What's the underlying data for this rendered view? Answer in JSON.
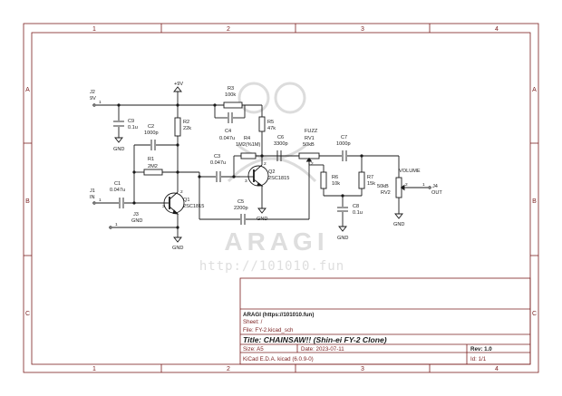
{
  "frame": {
    "col_labels": [
      "1",
      "2",
      "3",
      "4"
    ],
    "row_labels": [
      "A",
      "B",
      "C"
    ]
  },
  "watermark": {
    "name": "ARAGI",
    "url": "http://101010.fun"
  },
  "title_block": {
    "company": "ARAGI (https://101010.fun)",
    "sheet": "Sheet: /",
    "file": "File: FY-2.kicad_sch",
    "title": "Title: CHAINSAW!! (Shin-ei FY-2 Clone)",
    "size": "Size: A5",
    "date": "Date: 2023-07-11",
    "rev": "Rev: 1.0",
    "tool": "KiCad E.D.A.  kicad (6.0.9-0)",
    "id": "Id: 1/1"
  },
  "components": {
    "pwr": "+9V",
    "j2_ref": "J2",
    "j2_val": "9V",
    "j1_ref": "J1",
    "j1_val": "IN",
    "j3_ref": "J3",
    "j3_val": "GND",
    "j4_ref": "J4",
    "j4_val": "OUT",
    "c9_ref": "C9",
    "c9_val": "0.1u",
    "c2_ref": "C2",
    "c2_val": "1000p",
    "r2_ref": "R2",
    "r2_val": "22k",
    "r1_ref": "R1",
    "r1_val": "2M2",
    "c1_ref": "C1",
    "c1_val": "0.047u",
    "q1_ref": "Q1",
    "q1_val": "2SC1815",
    "r3_ref": "R3",
    "r3_val": "100k",
    "c4_ref": "C4",
    "c4_val": "0.047u",
    "r4_ref": "R4",
    "r4_val": "1M2(%1M)",
    "r5_ref": "R5",
    "r5_val": "47k",
    "c3_ref": "C3",
    "c3_val": "0.047u",
    "q2_ref": "Q2",
    "q2_val": "2SC1815",
    "c5_ref": "C5",
    "c5_val": "2200p",
    "c6_ref": "C6",
    "c6_val": "3300p",
    "rv1_title": "FUZZ",
    "rv1_ref": "RV1",
    "rv1_val": "50kB",
    "c7_ref": "C7",
    "c7_val": "1000p",
    "r6_ref": "R6",
    "r6_val": "10k",
    "r7_ref": "R7",
    "r7_val": "15k",
    "c8_ref": "C8",
    "c8_val": "0.1u",
    "rv2_title": "VOLUME",
    "rv2_ref": "RV2",
    "rv2_val": "50kB",
    "gnd": "GND",
    "pin1": "1",
    "pin2": "2",
    "pin3": "3"
  },
  "colors": {
    "wire": "#1a1a1a",
    "frame": "#7a1f1f",
    "watermark": "#dcdcdc"
  }
}
